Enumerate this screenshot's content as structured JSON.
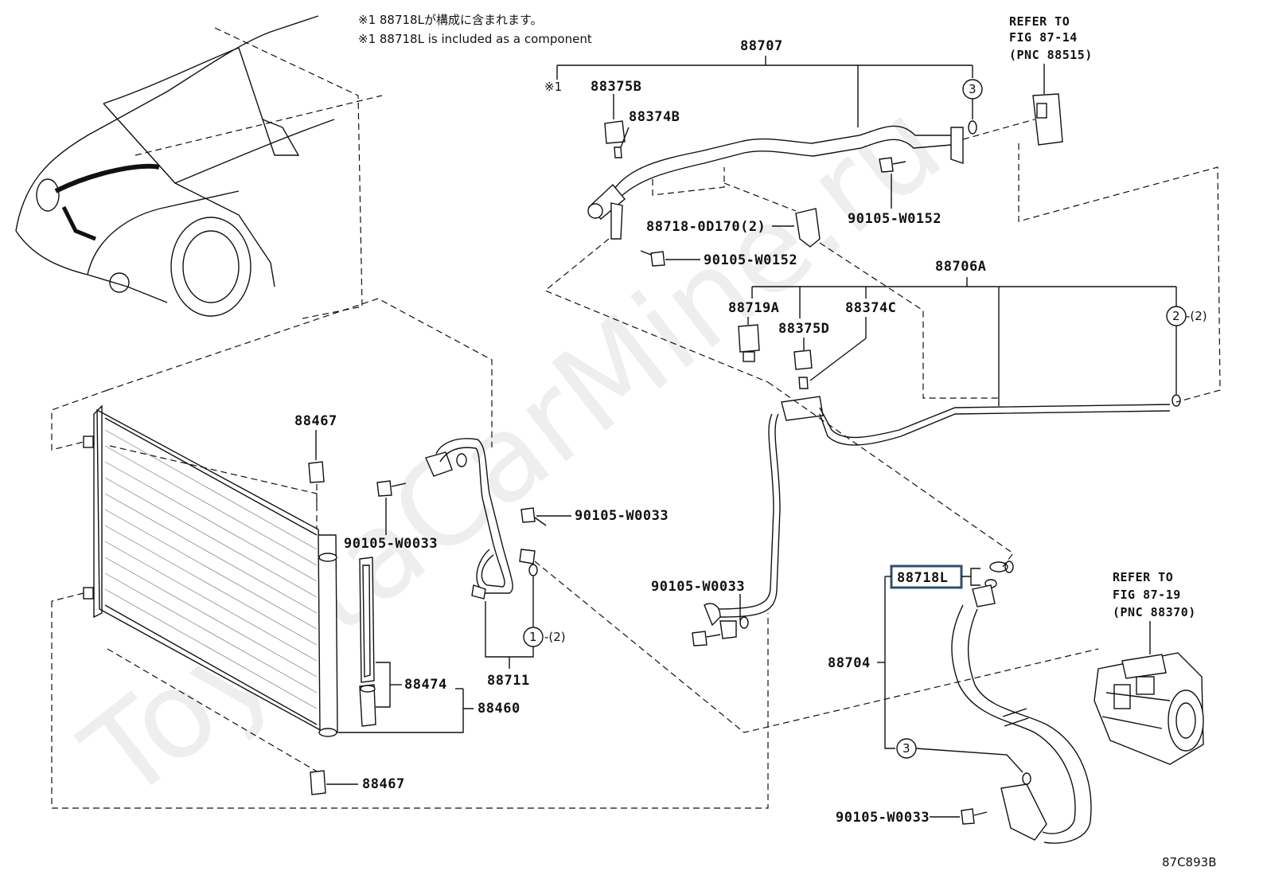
{
  "notes": {
    "jp": "※1 88718Lが構成に含まれます。",
    "en": "※1 88718L is included as a component"
  },
  "refs": {
    "top": [
      "REFER TO",
      "FIG 87-14",
      "(PNC 88515)"
    ],
    "bottom": [
      "REFER TO",
      "FIG 87-19",
      "(PNC 88370)"
    ]
  },
  "labels": {
    "p88707": "88707",
    "mark1": "※1",
    "p88375B": "88375B",
    "p88374B": "88374B",
    "p88718_0D170": "88718-0D170(2)",
    "bolt_a": "90105-W0152",
    "bolt_b": "90105-W0152",
    "p88706A": "88706A",
    "p88719A": "88719A",
    "p88375D": "88375D",
    "p88374C": "88374C",
    "bolt_c": "90105-W0033",
    "bolt_d": "90105-W0033",
    "bolt_e": "90105-W0033",
    "bolt_f": "90105-W0033",
    "p88467_top": "88467",
    "p88467_bottom": "88467",
    "p88474": "88474",
    "p88460": "88460",
    "p88711": "88711",
    "p88718L": "88718L",
    "p88704": "88704",
    "circle1": "1",
    "circle2": "2",
    "circle3a": "3",
    "circle3b": "3",
    "qty1": "-(2)",
    "qty2": "-(2)",
    "figure_code": "87C893B"
  },
  "watermark": "ToyotaCarMine.ru",
  "highlight_color": "#2f4f6f"
}
